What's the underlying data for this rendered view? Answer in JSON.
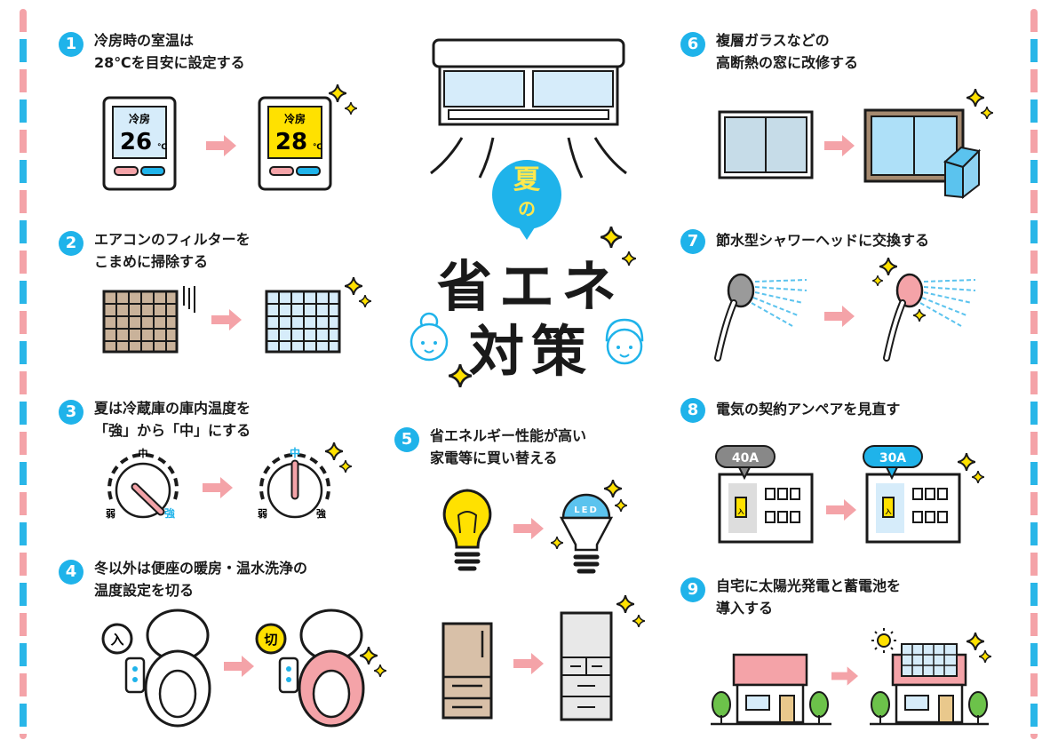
{
  "title": {
    "season": "夏",
    "particle": "の",
    "line1": "省エネ",
    "line2": "対策"
  },
  "colors": {
    "blue": "#1fb3ea",
    "pink": "#f4a3a8",
    "yellow": "#ffe100"
  },
  "items": [
    {
      "num": "1",
      "line1": "冷房時の室温は",
      "line2": "28℃を目安に設定する",
      "panel_label": "冷房",
      "before": "26",
      "after": "28",
      "unit": "℃"
    },
    {
      "num": "2",
      "line1": "エアコンのフィルターを",
      "line2": "こまめに掃除する"
    },
    {
      "num": "3",
      "line1": "夏は冷蔵庫の庫内温度を",
      "line2": "「強」から「中」にする",
      "mid": "中",
      "weak": "弱",
      "strong": "強"
    },
    {
      "num": "4",
      "line1": "冬以外は便座の暖房・温水洗浄の",
      "line2": "温度設定を切る",
      "on": "入",
      "off": "切"
    },
    {
      "num": "5",
      "line1": "省エネルギー性能が高い",
      "line2": "家電等に買い替える",
      "led": "LED"
    },
    {
      "num": "6",
      "line1": "複層ガラスなどの",
      "line2": "高断熱の窓に改修する"
    },
    {
      "num": "7",
      "line1": "節水型シャワーヘッドに交換する"
    },
    {
      "num": "8",
      "line1": "電気の契約アンペアを見直す",
      "before": "40A",
      "after": "30A",
      "switch": "入"
    },
    {
      "num": "9",
      "line1": "自宅に太陽光発電と蓄電池を",
      "line2": "導入する"
    }
  ]
}
